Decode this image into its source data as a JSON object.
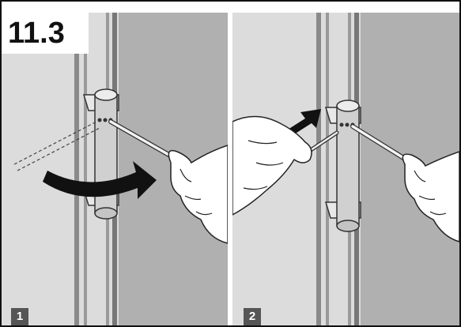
{
  "step": {
    "label": "11.3"
  },
  "panels": [
    {
      "number": "1"
    },
    {
      "number": "2"
    }
  ],
  "colors": {
    "background": "#dcdcdc",
    "door": "#b0b0b0",
    "badge": "#555555",
    "arrow": "#111111"
  }
}
